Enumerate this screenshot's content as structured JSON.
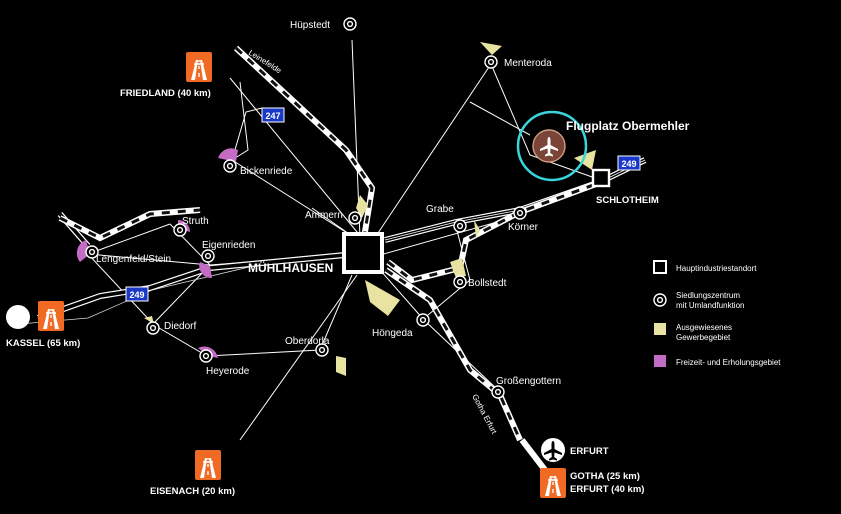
{
  "colors": {
    "background": "#000000",
    "gewerbe": "#e8e3a0",
    "erholung": "#c46cc4",
    "autobahn_sign": "#f06a24",
    "road_number": "#1a38c8",
    "airport_ring": "#3ad6de"
  },
  "places": {
    "huepstedt": "Hüpstedt",
    "menteroda": "Menteroda",
    "bickenriede": "Bickenriede",
    "ammern": "Ammern",
    "grabe": "Grabe",
    "koerner": "Körner",
    "struth": "Struth",
    "eigenrieden": "Eigenrieden",
    "lengenfeld": "Lengenfeld/Stein",
    "muehlhausen": "MÜHLHAUSEN",
    "bollstedt": "Bollstedt",
    "diedorf": "Diedorf",
    "hoengeda": "Höngeda",
    "oberdorla": "Oberdorla",
    "heyerode": "Heyerode",
    "grossengottern": "Großengottern",
    "schlotheim": "SCHLOTHEIM"
  },
  "destinations": {
    "friedland": "FRIEDLAND (40 km)",
    "kassel": "KASSEL (65 km)",
    "eisenach": "EISENACH (20 km)",
    "erfurt": "ERFURT",
    "gotha": "GOTHA  (25 km)",
    "erfurt_km": "ERFURT (40 km)"
  },
  "airport": {
    "name": "Flugplatz Obermehler"
  },
  "rail_labels": {
    "leinefelde": "Leinefelde",
    "gotha_erfurt": "Gotha  Erfurt"
  },
  "roads": {
    "b247": "247",
    "b249_west": "249",
    "b249_east": "249"
  },
  "legend": {
    "item1": "Hauptindustriestandort",
    "item2_line1": "Siedlungszentrum",
    "item2_line2": "mit Umlandfunktion",
    "item3_line1": "Ausgewiesenes",
    "item3_line2": "Gewerbegebiet",
    "item4": "Freizeit- und Erholungsgebiet"
  },
  "icons": {
    "autobahn": "autobahn-sign-icon",
    "airplane": "airplane-icon",
    "main_site": "square-icon",
    "settlement": "double-circle-icon"
  }
}
